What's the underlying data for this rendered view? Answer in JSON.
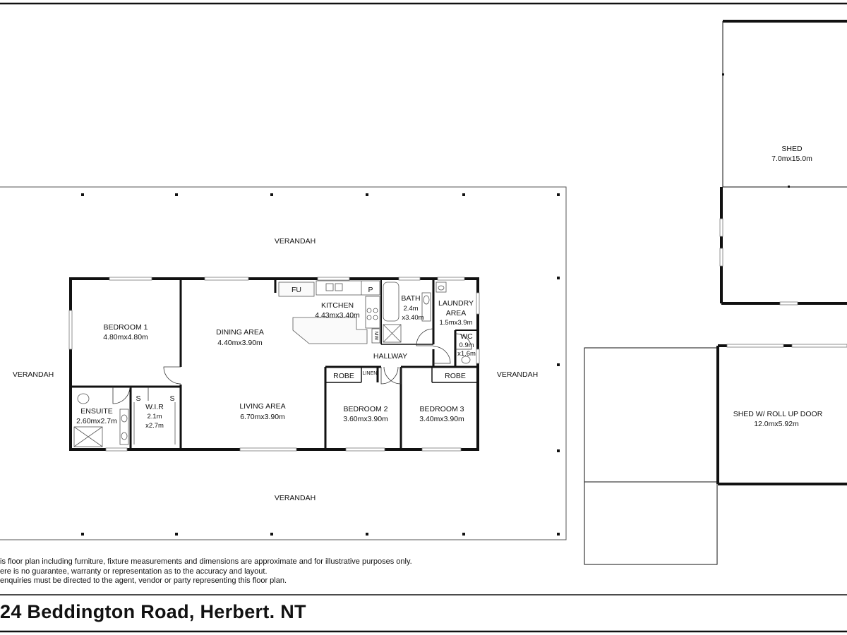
{
  "address": "24 Beddington Road, Herbert. NT",
  "disclaimer": [
    "is floor plan including furniture, fixture measurements and dimensions are approximate and for illustrative purposes only.",
    "ere is no guarantee, warranty or representation as to the accuracy and layout.",
    " enquiries must be directed to the agent, vendor or party representing this floor plan."
  ],
  "verandah": {
    "top": "VERANDAH",
    "bottom": "VERANDAH",
    "left": "VERANDAH",
    "right": "VERANDAH"
  },
  "rooms": {
    "bedroom1": {
      "name": "BEDROOM 1",
      "size": "4.80mx4.80m"
    },
    "dining": {
      "name": "DINING AREA",
      "size": "4.40mx3.90m"
    },
    "kitchen": {
      "name": "KITCHEN",
      "size": "4.43mx3.40m"
    },
    "bath": {
      "name": "BATH",
      "size1": "2.4m",
      "size2": "x3.40m"
    },
    "laundry": {
      "name1": "LAUNDRY",
      "name2": "AREA",
      "size": "1.5mx3.9m"
    },
    "wc": {
      "name": "WC",
      "size1": "0.9m",
      "size2": "x1.6m"
    },
    "hallway": {
      "name": "HALLWAY"
    },
    "living": {
      "name": "LIVING AREA",
      "size": "6.70mx3.90m"
    },
    "ensuite": {
      "name": "ENSUITE",
      "size": "2.60mx2.7m"
    },
    "wir": {
      "name": "W.I.R",
      "size1": "2.1m",
      "size2": "x2.7m"
    },
    "bedroom2": {
      "name": "BEDROOM 2",
      "size": "3.60mx3.90m"
    },
    "bedroom3": {
      "name": "BEDROOM 3",
      "size": "3.40mx3.90m"
    },
    "robe_left": "ROBE",
    "robe_right": "ROBE",
    "linen": "LINEN",
    "fu": "FU",
    "pantry": "P",
    "mw": "MW",
    "s_left": "S",
    "s_right": "S"
  },
  "shed": {
    "name": "SHED",
    "size": "7.0mx15.0m"
  },
  "shed_roll": {
    "name": "SHED W/ ROLL UP DOOR",
    "size": "12.0mx5.92m"
  }
}
